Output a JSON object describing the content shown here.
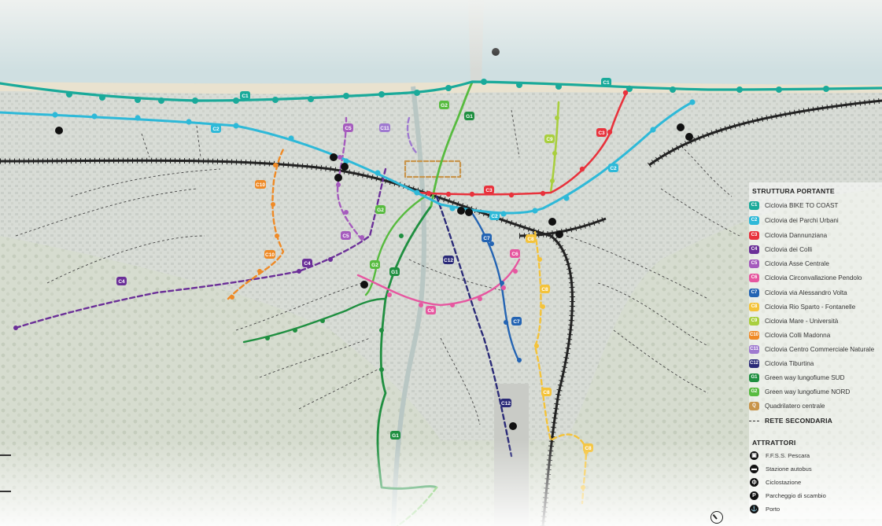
{
  "colors": {
    "sea": "#cfdfe1",
    "land": "#dfe3dc",
    "c1": "#1aaa9a",
    "c2": "#2eb9d8",
    "c3": "#e8323c",
    "c4": "#6b2f98",
    "c5": "#a55bbd",
    "c6": "#e657a0",
    "c7": "#2464b3",
    "c8": "#f4c33a",
    "c9": "#a9cf3e",
    "c10": "#ef8a26",
    "c11": "#9f7ad0",
    "c12": "#2b2b78",
    "g1": "#1f8f40",
    "g2": "#57bb3f",
    "q": "#c8944a",
    "rail": "#222222",
    "secondary": "#444444"
  },
  "map_labels": {
    "c1": "C1",
    "c2": "C2",
    "c3": "C3",
    "c4": "C4",
    "c5": "C5",
    "c6": "C6",
    "c7": "C7",
    "c8": "C8",
    "c9": "C9",
    "c10": "C10",
    "c11": "C11",
    "c12": "C12",
    "g1": "G1",
    "g2": "G2"
  },
  "legend": {
    "title_main": "STRUTTURA PORTANTE",
    "items": [
      {
        "code": "C1",
        "label": "Ciclovia BIKE TO COAST",
        "color": "#1aaa9a"
      },
      {
        "code": "C2",
        "label": "Ciclovia dei Parchi Urbani",
        "color": "#2eb9d8"
      },
      {
        "code": "C3",
        "label": "Ciclovia Dannunziana",
        "color": "#e8323c"
      },
      {
        "code": "C4",
        "label": "Ciclovia dei Colli",
        "color": "#6b2f98"
      },
      {
        "code": "C5",
        "label": "Ciclovia Asse Centrale",
        "color": "#a55bbd"
      },
      {
        "code": "C6",
        "label": "Ciclovia Circonvallazione Pendolo",
        "color": "#e657a0"
      },
      {
        "code": "C7",
        "label": "Ciclovia via Alessandro Volta",
        "color": "#2464b3"
      },
      {
        "code": "C8",
        "label": "Ciclovia Rio Sparto - Fontanelle",
        "color": "#f4c33a"
      },
      {
        "code": "C9",
        "label": "Ciclovia Mare - Università",
        "color": "#a9cf3e"
      },
      {
        "code": "C10",
        "label": "Ciclovia Colli Madonna",
        "color": "#ef8a26"
      },
      {
        "code": "C11",
        "label": "Ciclovia Centro Commerciale Naturale",
        "color": "#9f7ad0"
      },
      {
        "code": "C12",
        "label": "Ciclovia Tiburtina",
        "color": "#2b2b78"
      },
      {
        "code": "G1",
        "label": "Green way lungofiume SUD",
        "color": "#1f8f40"
      },
      {
        "code": "G2",
        "label": "Green way lungofiume NORD",
        "color": "#57bb3f"
      },
      {
        "code": "Q",
        "label": "Quadrilatero centrale",
        "color": "#c8944a"
      }
    ],
    "title_secondary": "RETE SECONDARIA",
    "title_attractors": "ATTRATTORI",
    "attractors": [
      {
        "icon": "train-station-icon",
        "glyph": "▣",
        "label": "F.F.S.S. Pescara"
      },
      {
        "icon": "bus-station-icon",
        "glyph": "▬",
        "label": "Stazione autobus"
      },
      {
        "icon": "bike-station-icon",
        "glyph": "ф",
        "label": "Ciclostazione"
      },
      {
        "icon": "parking-icon",
        "glyph": "P",
        "label": "Parcheggio di scambio"
      },
      {
        "icon": "port-icon",
        "glyph": "⚓",
        "label": "Porto"
      }
    ]
  }
}
